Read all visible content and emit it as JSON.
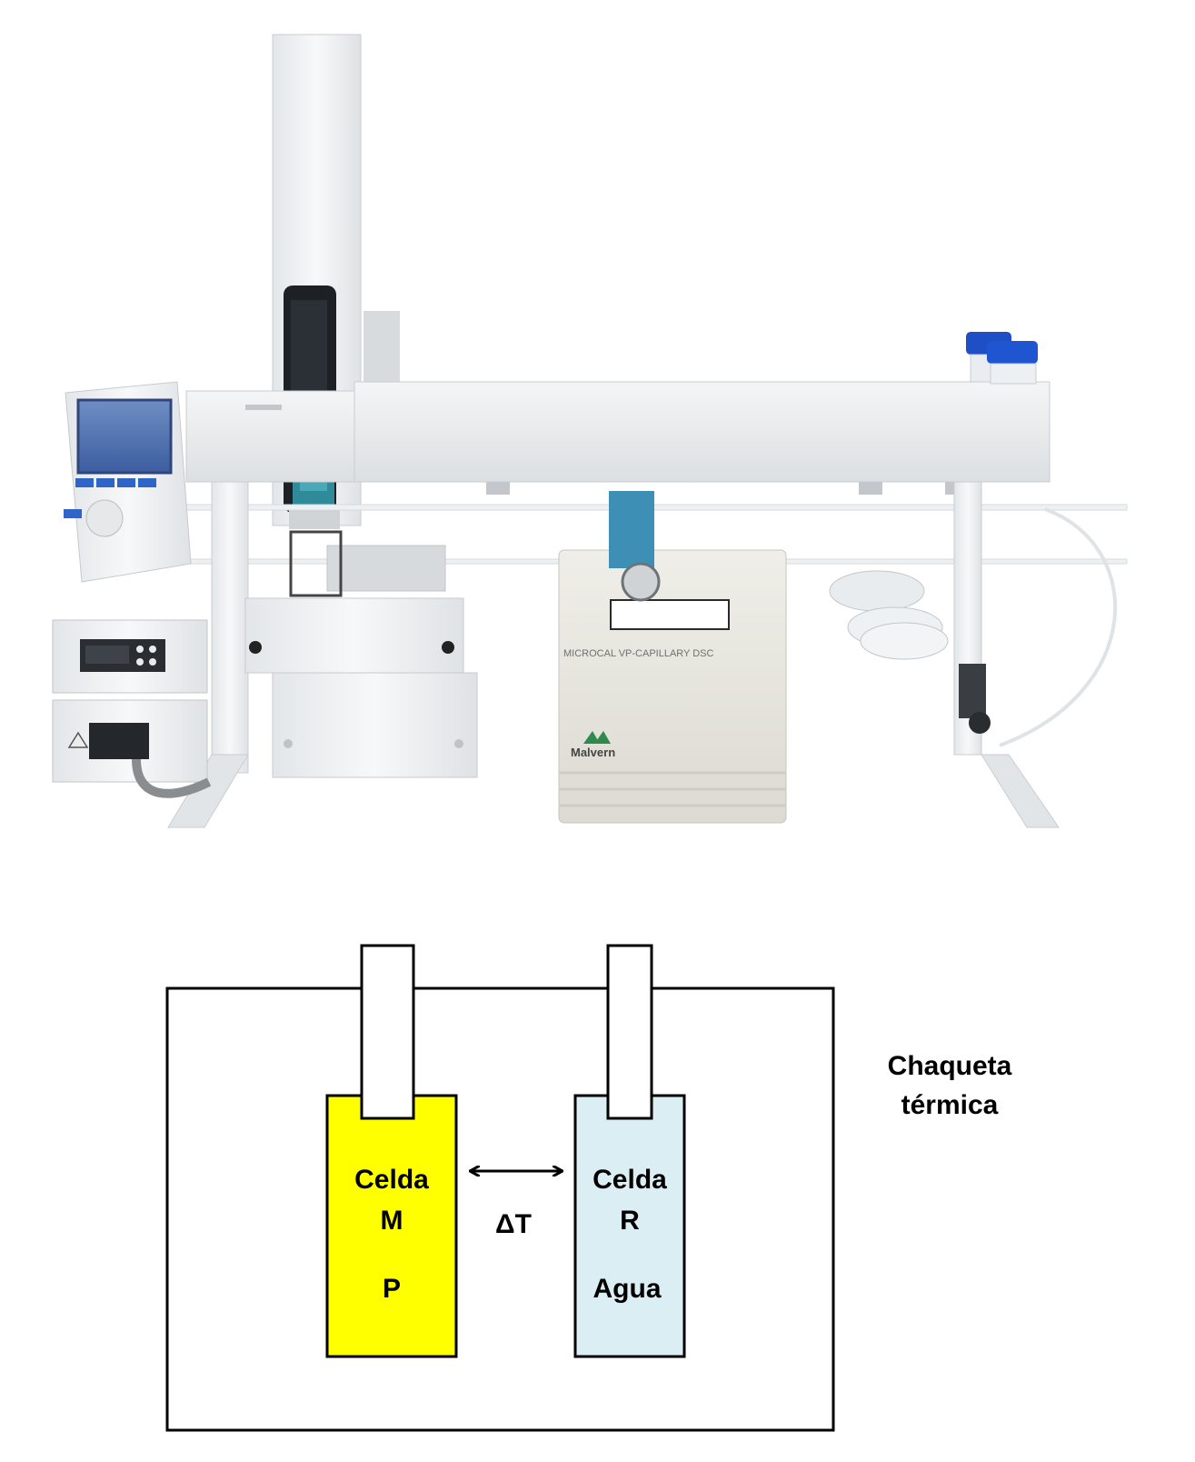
{
  "photo": {
    "instrument_model_text": "MICROCAL VP-CAPILLARY DSC",
    "brand_text": "Malvern"
  },
  "diagram": {
    "jacket_label_line1": "Chaqueta",
    "jacket_label_line2": "térmica",
    "sample_cell": {
      "line1": "Celda",
      "line2": "M",
      "content": "P",
      "fill_color": "#ffff00"
    },
    "reference_cell": {
      "line1": "Celda",
      "line2": "R",
      "content": "Agua",
      "fill_color": "#dbeef4"
    },
    "delta_label": "ΔT"
  }
}
